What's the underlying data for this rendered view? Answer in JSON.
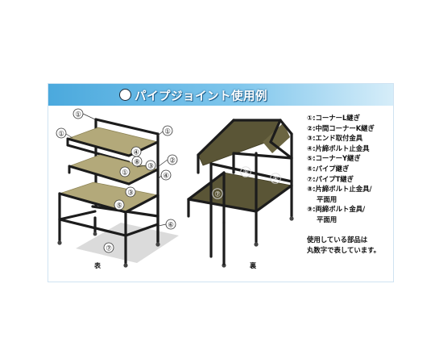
{
  "banner": {
    "title": "パイプジョイント使用例",
    "icon": "mascot-icon"
  },
  "diagrams": {
    "front": {
      "caption": "表"
    },
    "back": {
      "caption": "裏"
    }
  },
  "callouts": {
    "c1": "①",
    "c2": "②",
    "c3": "③",
    "c4": "④",
    "c5": "⑤",
    "c6": "⑥",
    "c7": "⑦",
    "c8": "⑧",
    "c9": "⑨"
  },
  "legend": [
    "①:コーナーL継ぎ",
    "②:中間コーナーK継ぎ",
    "③:エンド取付金具",
    "④:片締ボルト止金具",
    "⑤:コーナーY継ぎ",
    "⑥:パイプ継ぎ",
    "⑦:パイプT継ぎ",
    "⑧:片締ボルト止金具/",
    "平面用",
    "⑨:両締ボルト金具/",
    "平面用"
  ],
  "note": [
    "使用している部品は",
    "丸数字で表しています。"
  ],
  "colors": {
    "pipe": "#1c1c1c",
    "shelf": "#b3a97a",
    "shelf_edge": "#8d8456",
    "banner": "#4ba9dd",
    "back_shelf": "#5a5536"
  }
}
